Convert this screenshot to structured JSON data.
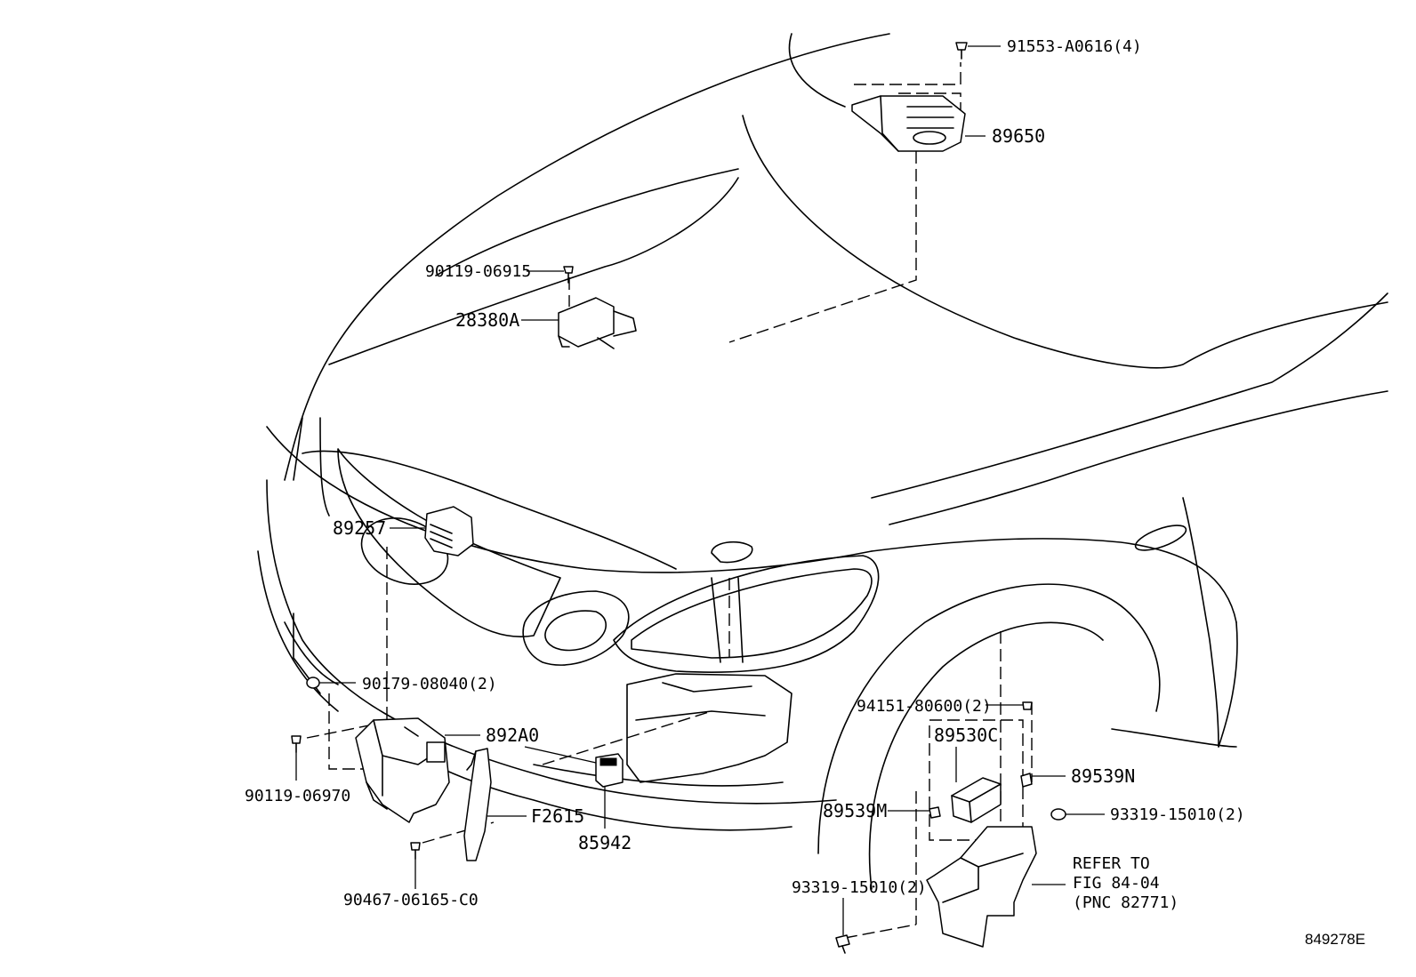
{
  "figure_id": "849278E",
  "callouts": {
    "p91553": "91553-A0616(4)",
    "p89650": "89650",
    "p90119a": "90119-06915",
    "p28380a": "28380A",
    "p89257": "89257",
    "p90179": "90179-08040(2)",
    "p892a0": "892A0",
    "p90119b": "90119-06970",
    "pf2615": "F2615",
    "p85942": "85942",
    "p90467": "90467-06165-C0",
    "p94151": "94151-80600(2)",
    "p89530c": "89530C",
    "p89539n": "89539N",
    "p89539m": "89539M",
    "p93319a": "93319-15010(2)",
    "p93319b": "93319-15010(2)"
  },
  "reference_note": {
    "line1": "REFER TO",
    "line2": "FIG 84-04",
    "line3": "(PNC 82771)"
  }
}
